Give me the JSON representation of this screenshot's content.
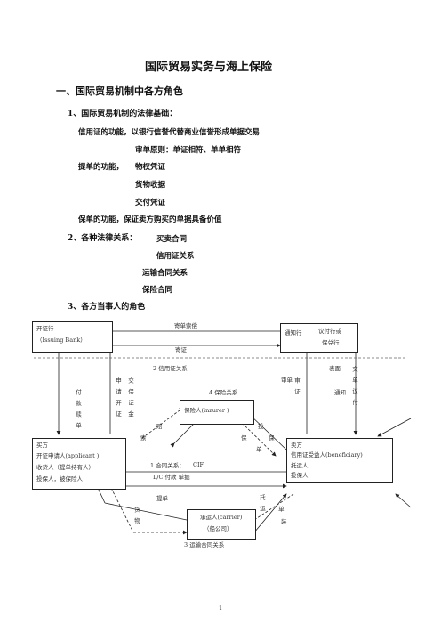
{
  "title": "国际贸易实务与海上保险",
  "section1": "一、国际贸易机制中各方角色",
  "sub1": "1、国际贸易机制的法律基础：",
  "lc_function": "信用证的功能，以银行信誉代替商业信誉形成单据交易",
  "review_principle": "审单原则：单证相符、单单相符",
  "bl_function_label": "提单的功能，",
  "bl_func1": "物权凭证",
  "bl_func2": "货物收据",
  "bl_func3": "交付凭证",
  "policy_function": "保单的功能，保证卖方购买的单据具备价值",
  "sub2_label": "2、各种法律关系：",
  "rel1": "买卖合同",
  "rel2": "信用证关系",
  "rel3": "运输合同关系",
  "rel4": "保险合同",
  "sub3": "3、各方当事人的角色",
  "diagram": {
    "issuing_bank": {
      "line1": "开证行",
      "line2": "（Issuing Bank）"
    },
    "advising_bank": {
      "left": "通知行",
      "right1": "议付行或",
      "right2": "保兑行"
    },
    "insurer": "保险人(inzurer )",
    "buyer": {
      "l1": "买方",
      "l2": "开证申请人(applicant )",
      "l3": "收货人（提单持有人）",
      "l4": "投保人，被保险人"
    },
    "seller": {
      "l1": "卖方",
      "l2": "信用证受益人(beneficiary)",
      "l3": "托运人",
      "l4": "投保人"
    },
    "carrier": {
      "l1": "承运人(carrier)",
      "l2": "（船公司）"
    },
    "labels": {
      "send_claim": "寄单索偿",
      "send_docs": "寄证",
      "lc_relation": "2 信用证关系",
      "ins_relation": "4  保险关系",
      "contract": "1 合同关系：",
      "cif": "CIF",
      "lc_pay": "L/C 付款  单据",
      "transport": "3  运输合同关系",
      "col_a": "付款赎单",
      "col_b": "申请开证",
      "col_c": "交保证金",
      "col_d": "审证",
      "col_e": "审单",
      "col_f": "表面",
      "col_g": "通知",
      "col_h": "交单议付",
      "pei": "赔",
      "suo": "索",
      "bao": "保",
      "dan": "单",
      "tou": "投",
      "bao2": "保",
      "ti_dan": "提单",
      "huo_wu": "货物",
      "tuo_yun": "托运",
      "ti_dan2": "单",
      "zhuang": "装"
    }
  },
  "page_number": "1"
}
